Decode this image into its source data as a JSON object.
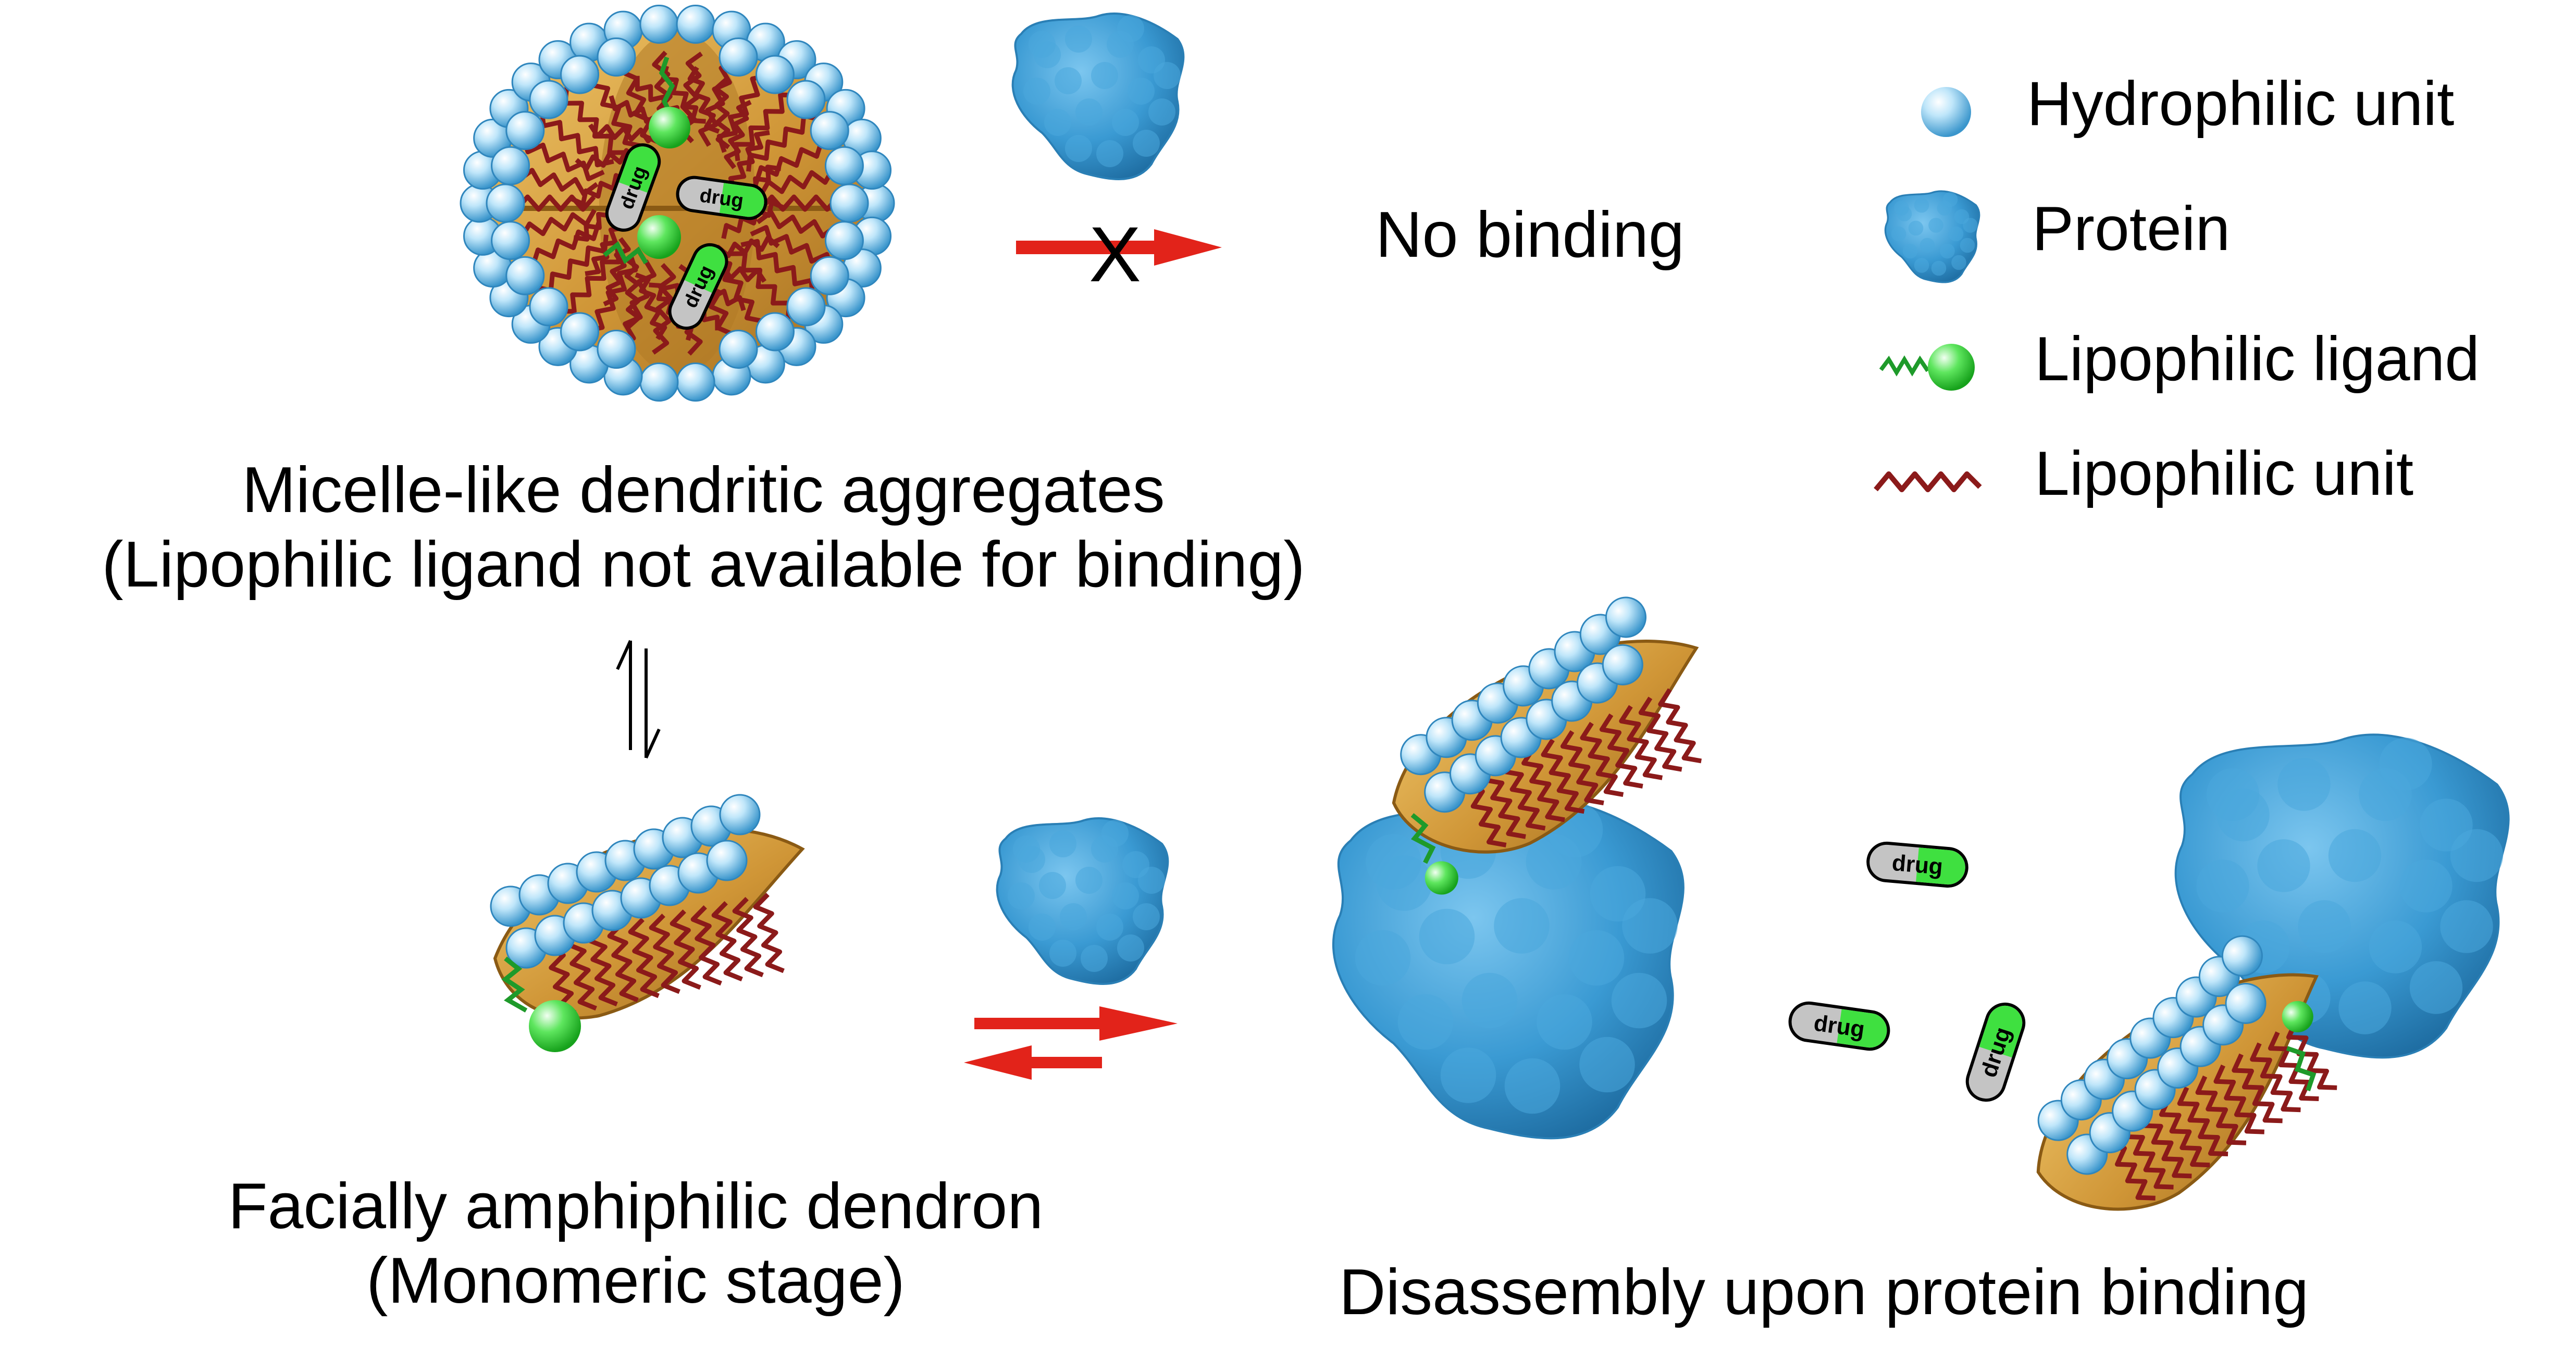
{
  "captions": {
    "micelle_line1": "Micelle-like dendritic aggregates",
    "micelle_line2": "(Lipophilic ligand not available for binding)",
    "no_binding": "No binding",
    "monomer_line1": "Facially amphiphilic dendron",
    "monomer_line2": "(Monomeric stage)",
    "disassembly": "Disassembly upon protein binding"
  },
  "legend": {
    "hydrophilic": "Hydrophilic unit",
    "protein": "Protein",
    "lipophilic_ligand": "Lipophilic ligand",
    "lipophilic_unit": "Lipophilic unit"
  },
  "drug_label": "drug",
  "blocked_mark": "X",
  "colors": {
    "hydrophilic": "#9fd6f2",
    "protein": "#3e9ed4",
    "ligand": "#49e24f",
    "lipophilic": "#8b1a1a",
    "shell": "#d6a24a",
    "arrow": "#e2231a"
  }
}
